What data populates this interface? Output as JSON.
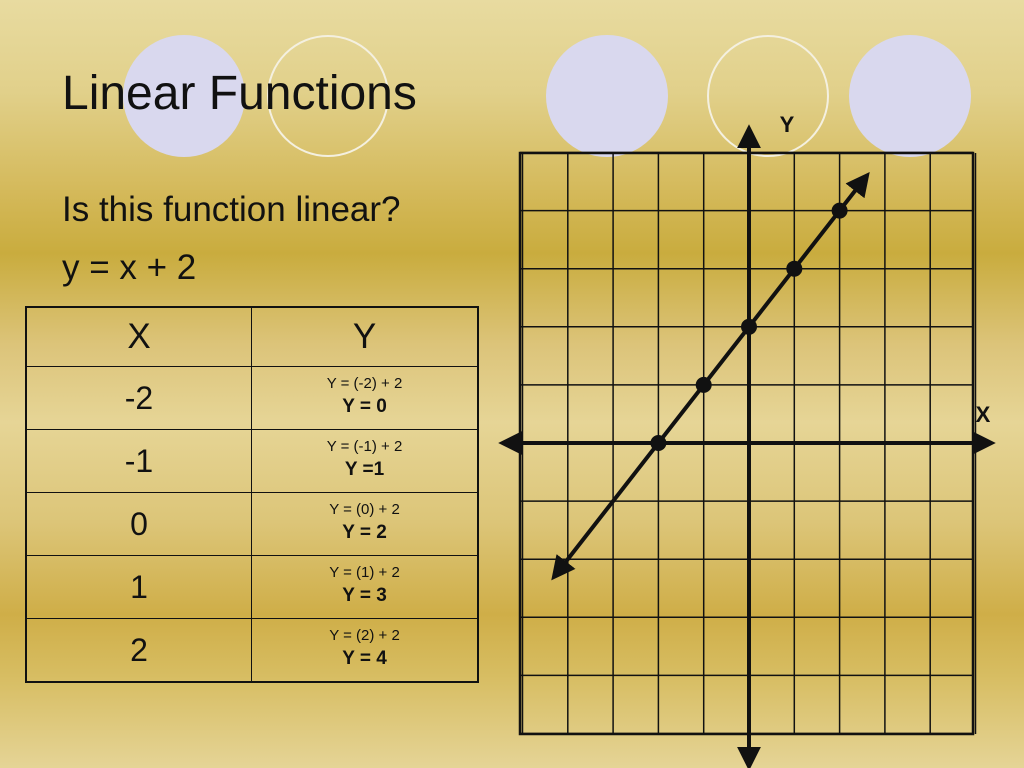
{
  "slide": {
    "title": "Linear Functions",
    "question": "Is this function linear?",
    "equation": "y = x + 2"
  },
  "table": {
    "headers": [
      "X",
      "Y"
    ],
    "rows": [
      {
        "x": "-2",
        "calc": "Y = (-2) + 2",
        "result": "Y = 0"
      },
      {
        "x": "-1",
        "calc": "Y = (-1) + 2",
        "result": "Y =1"
      },
      {
        "x": "0",
        "calc": "Y = (0) + 2",
        "result": "Y = 2"
      },
      {
        "x": "1",
        "calc": "Y = (1) + 2",
        "result": "Y = 3"
      },
      {
        "x": "2",
        "calc": "Y = (2) + 2",
        "result": "Y = 4"
      }
    ]
  },
  "chart_data": {
    "type": "line",
    "equation": "y = x + 2",
    "xlabel": "X",
    "ylabel": "Y",
    "xlim": [
      -5,
      5
    ],
    "ylim": [
      -5,
      5
    ],
    "grid": true,
    "series": [
      {
        "points": [
          [
            -2,
            0
          ],
          [
            -1,
            1
          ],
          [
            0,
            2
          ],
          [
            1,
            3
          ],
          [
            2,
            4
          ]
        ],
        "line_x_range": [
          -4.3,
          2.6
        ]
      }
    ]
  },
  "colors": {
    "ink": "#111111",
    "decor_fill": "#d9d8ee",
    "decor_ring": "#f4f0e0"
  }
}
